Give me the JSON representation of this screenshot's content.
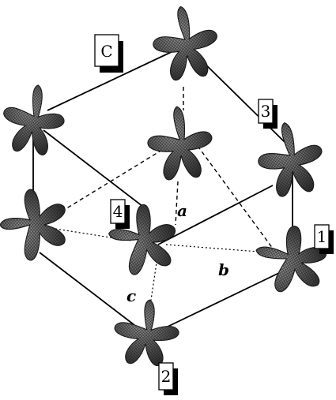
{
  "labels": {
    "center": "C",
    "site_1": "1",
    "site_2": "2",
    "site_3": "3",
    "site_4": "4"
  },
  "axes": {
    "a": "a",
    "b": "b",
    "c": "c"
  }
}
